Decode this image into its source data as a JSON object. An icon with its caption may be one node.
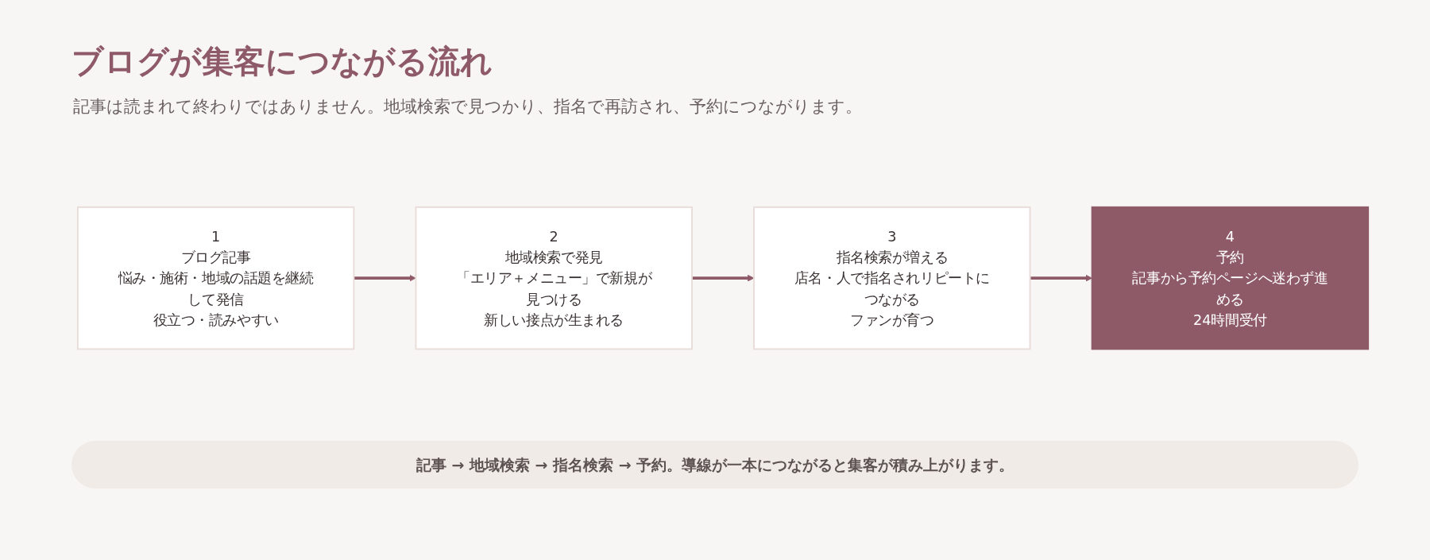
{
  "diagram": {
    "title": "ブログが集客につながる流れ",
    "caption": "記事 → 地域検索 → 指名検索 → 予約。導線が一本につながると集客が積み上がります。",
    "nodes": [
      {
        "text": [
          "1",
          "ブログ記事",
          "悩み・施術・地域の話題を継続して発信",
          "役立つ・読みやすい"
        ]
      },
      {
        "text": [
          "2",
          "地域検索で発見",
          "「エリア＋メニュー」で新規が見つける",
          "新しい接点が生まれる"
        ]
      },
      {
        "text": [
          "3",
          "指名検索が増える",
          "店名・人で指名されリピートにつながる",
          "ファンが育つ"
        ]
      },
      {
        "text": [
          "4",
          "予約",
          "記事から予約ページへ迷わず進める",
          "24時間受付"
        ]
      }
    ],
    "edges": [
      {
        "from": 0,
        "to": 1,
        "arrow": "to"
      },
      {
        "from": 1,
        "to": 2,
        "arrow": "to"
      },
      {
        "from": 2,
        "to": 3,
        "arrow": "to"
      }
    ],
    "labels": [
      "記事は読まれて終わりではありません。地域検索で見つかり、指名で再訪され、予約につながります。"
    ]
  }
}
